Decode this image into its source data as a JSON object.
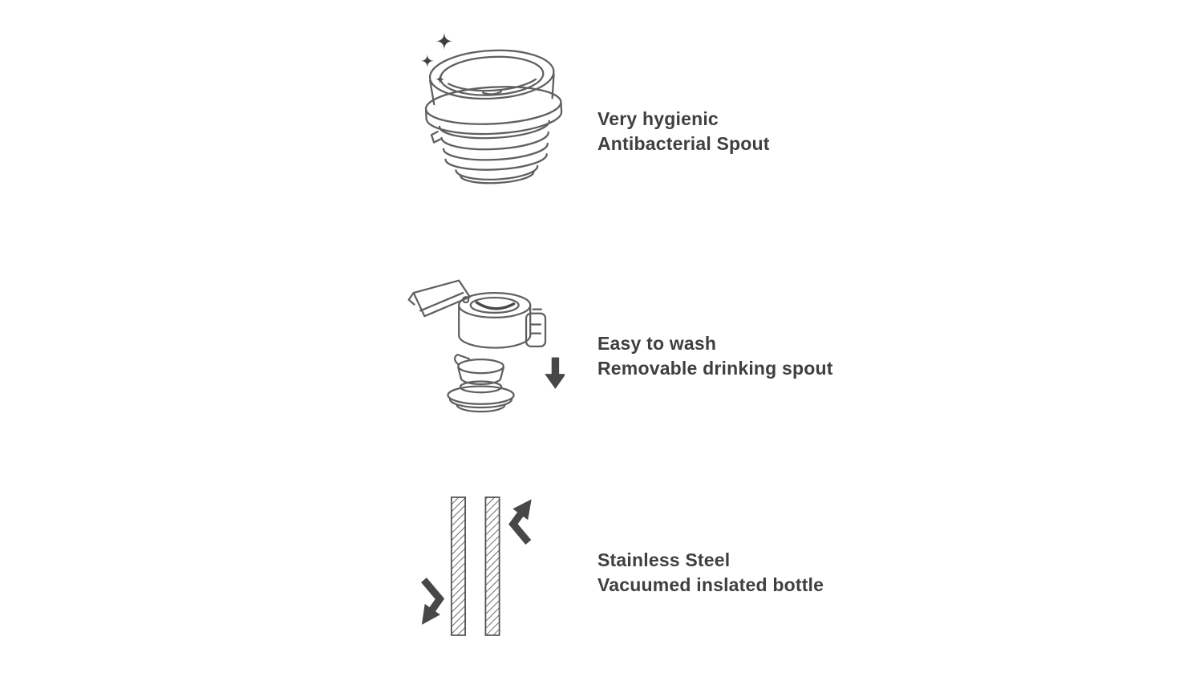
{
  "features": [
    {
      "title": "Very hygienic",
      "subtitle": "Antibacterial Spout",
      "icon": "antibacterial-spout-illustration"
    },
    {
      "title": "Easy to wash",
      "subtitle": "Removable drinking spout",
      "icon": "removable-spout-illustration"
    },
    {
      "title": "Stainless Steel",
      "subtitle": "Vacuumed inslated bottle",
      "icon": "vacuum-wall-illustration"
    }
  ],
  "colors": {
    "background": "#ffffff",
    "text": "#3f3f3f",
    "line_art": "#5f5f5f",
    "solid_arrow": "#474747"
  }
}
